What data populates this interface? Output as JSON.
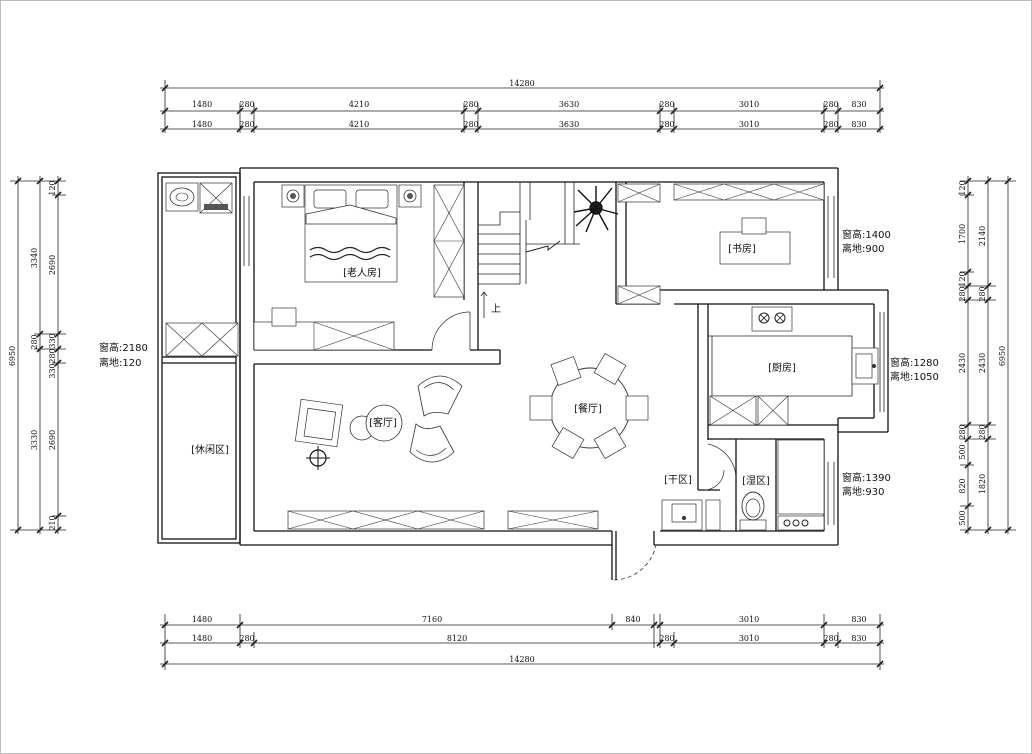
{
  "dimensions": {
    "top_total": "14280",
    "top_row1": [
      "1480",
      "280",
      "4210",
      "280",
      "3630",
      "280",
      "3010",
      "280",
      "830"
    ],
    "top_row2": [
      "1480",
      "280",
      "4210",
      "280",
      "3630",
      "280",
      "3010",
      "280",
      "830"
    ],
    "bottom_row1": [
      "1480",
      "7160",
      "840",
      "3010",
      "830"
    ],
    "bottom_row2": [
      "1480",
      "280",
      "8120",
      "280",
      "3010",
      "280",
      "830"
    ],
    "bottom_total": "14280",
    "left_outer": [
      "3340",
      "280",
      "3330"
    ],
    "left_total": "6950",
    "left_inner": [
      "120",
      "2690",
      "330",
      "280",
      "330",
      "2690",
      "210"
    ],
    "right_outer": [
      "2140",
      "280",
      "2430",
      "280",
      "1820"
    ],
    "right_total": "6950",
    "right_inner": [
      "120",
      "1700",
      "120",
      "280",
      "2430",
      "280",
      "500",
      "820",
      "500"
    ]
  },
  "rooms": {
    "elder_room": "[老人房]",
    "study": "[书房]",
    "living": "[客厅]",
    "dining": "[餐厅]",
    "kitchen": "[厨房]",
    "leisure": "[休闲区]",
    "dry_zone": "[干区]",
    "wet_zone": "[湿区]",
    "stair_up": "上"
  },
  "window_notes": {
    "left": {
      "height": "窗高:2180",
      "sill": "离地:120"
    },
    "study": {
      "height": "窗高:1400",
      "sill": "离地:900"
    },
    "kitchen": {
      "height": "窗高:1280",
      "sill": "离地:1050"
    },
    "bath": {
      "height": "窗高:1390",
      "sill": "离地:930"
    }
  }
}
